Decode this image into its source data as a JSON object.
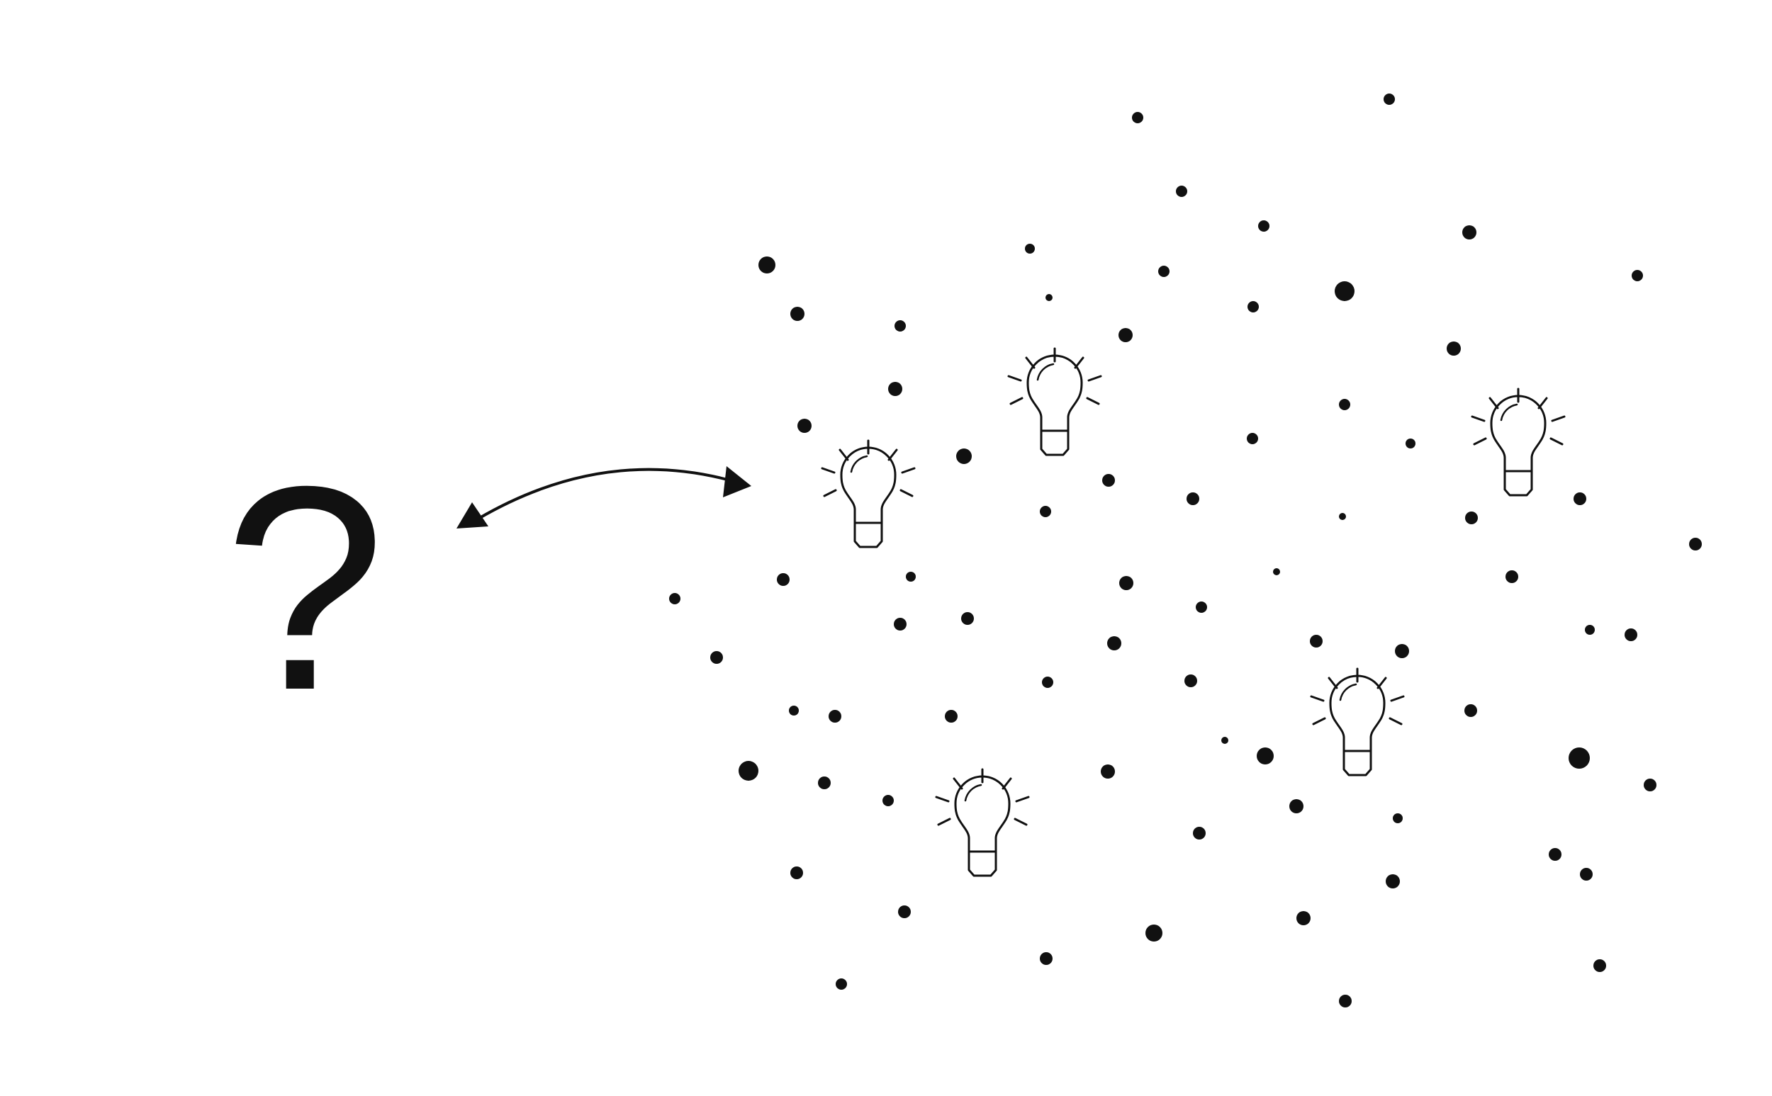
{
  "symbol": "?",
  "palette": {
    "ink": "#111111",
    "background": "#ffffff"
  },
  "elements": {
    "question_mark": "question-mark-icon",
    "connector": "double-headed-curved-arrow",
    "bulb": "lightbulb-icon",
    "dot": "dot-marker"
  },
  "counts": {
    "lightbulbs": 5
  }
}
